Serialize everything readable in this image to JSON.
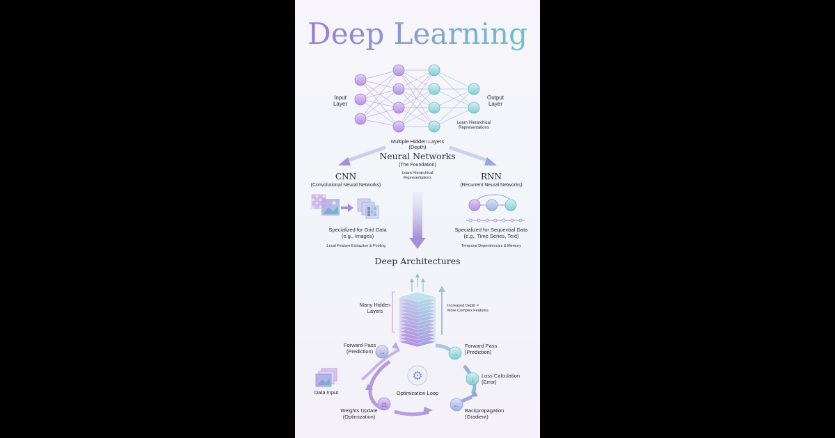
{
  "title": "Deep Learning",
  "network": {
    "input_label": [
      "Input",
      "Layer"
    ],
    "output_label": [
      "Output",
      "Layer"
    ],
    "learn_label": [
      "Learn Hierarchical",
      "Representations"
    ],
    "hidden_label": [
      "Multiple Hidden Layers",
      "(Depth)"
    ],
    "heading": "Neural Networks",
    "subheading": "(The Foundation)",
    "subnote": [
      "Learn Hierarchical",
      "Representations"
    ]
  },
  "cnn": {
    "heading": "CNN",
    "subheading": "(Convolutional Neural Networks)",
    "desc": [
      "Specialized for Grid Data",
      "(e.g., Images)"
    ],
    "note": "Local Feature Extraction & Pooling"
  },
  "rnn": {
    "heading": "RNN",
    "subheading": "(Recurrent Neural Networks)",
    "desc": [
      "Specialized for Sequential Data",
      "(e.g., Time Series, Text)"
    ],
    "note": "Temporal Dependencies & Memory"
  },
  "deep": {
    "heading": "Deep Architectures",
    "many_hidden": [
      "Many Hidden",
      "Layers"
    ],
    "increased": [
      "Increased Depth =",
      "More Complex Features"
    ]
  },
  "loop": {
    "data_input": "Data Input",
    "forward_left": [
      "Forward Pass",
      "(Prediction)"
    ],
    "forward_right": [
      "Forward Pass",
      "(Prediction)"
    ],
    "loss": [
      "Loss Calculation",
      "(Error)"
    ],
    "backprop": [
      "Backpropagation",
      "(Gradient)"
    ],
    "weights": [
      "Weights Update",
      "(Optimization)"
    ],
    "center": "Optimization Loop"
  },
  "colors": {
    "purple": "#a97fd6",
    "teal": "#6cc3cf",
    "blue": "#7fa2cf",
    "text": "#2a2a36"
  }
}
